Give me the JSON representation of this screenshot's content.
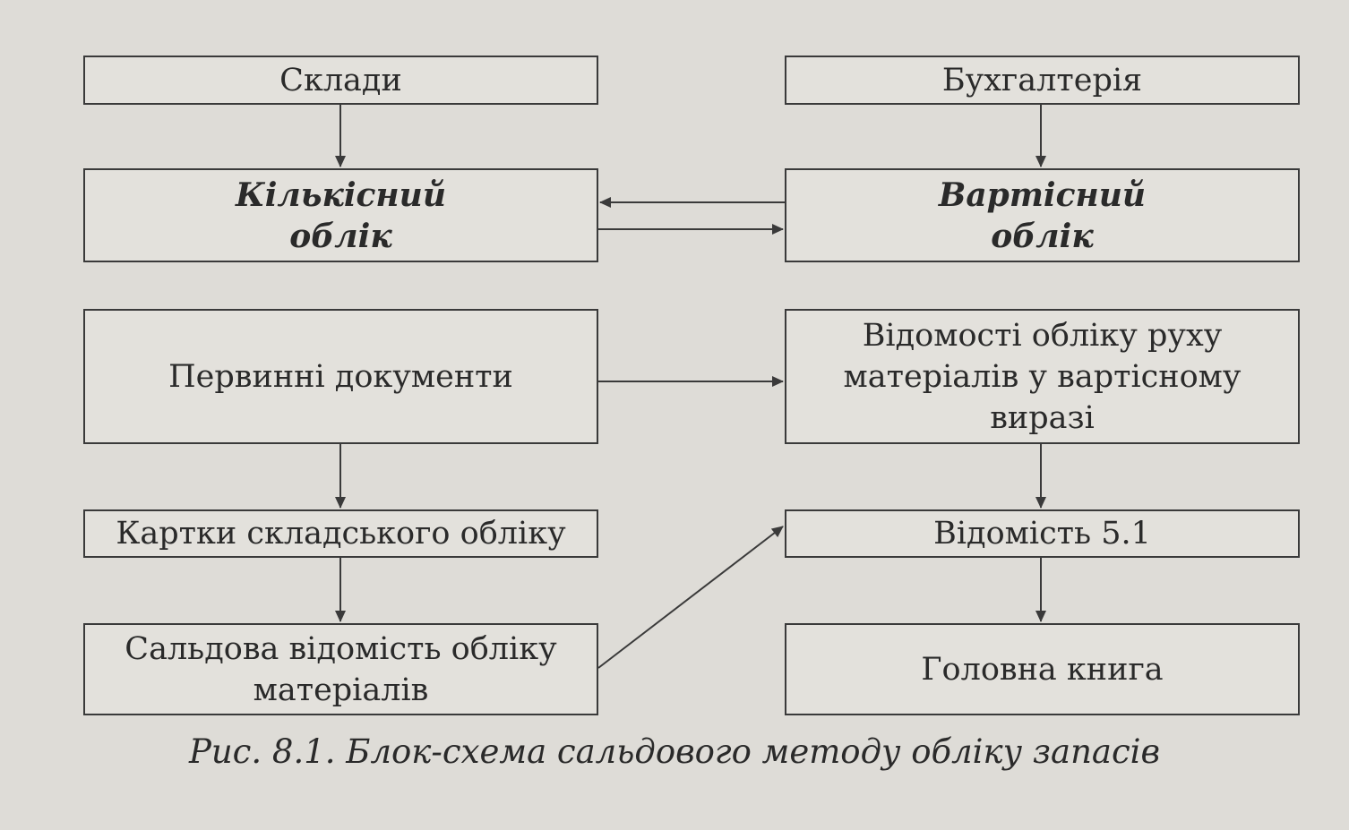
{
  "diagram": {
    "nodes": {
      "warehouses": "Склади",
      "accounting": "Бухгалтерія",
      "quantitative": "Кількісний\nоблік",
      "value": "Вартісний\nоблік",
      "primary_docs": "Первинні документи",
      "movement_statements": "Відомості обліку руху\nматеріалів у вартісному\nвиразі",
      "stock_cards": "Картки складського обліку",
      "statement_51": "Відомість 5.1",
      "balance_statement": "Сальдова відомість обліку\nматеріалів",
      "general_ledger": "Головна книга"
    },
    "caption": "Рис. 8.1. Блок-схема сальдового методу обліку запасів"
  },
  "colors": {
    "line": "#3a3a3a",
    "paper": "#dedcd7"
  }
}
